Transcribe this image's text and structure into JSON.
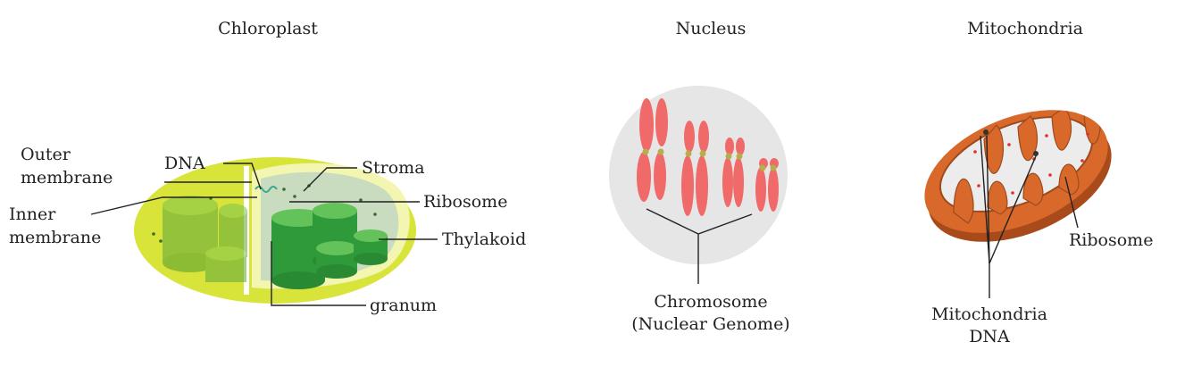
{
  "titles": {
    "chloroplast": "Chloroplast",
    "nucleus": "Nucleus",
    "mitochondria": "Mitochondria"
  },
  "chloroplast_labels": {
    "dna": "DNA",
    "outer_line1": "Outer",
    "outer_line2": "membrane",
    "inner_line1": "Inner",
    "inner_line2": "membrane",
    "stroma": "Stroma",
    "ribosome": "Ribosome",
    "thylakoid": "Thylakoid",
    "granum": "granum"
  },
  "nucleus_labels": {
    "chromosome": "Chromosome",
    "genome": "(Nuclear Genome)"
  },
  "mitochondria_labels": {
    "ribosome": "Ribosome",
    "dna_line1": "Mitochondria",
    "dna_line2": "DNA"
  },
  "colors": {
    "chloroplast_outer": "#d8e43a",
    "chloroplast_inner": "#f3f6b0",
    "chloroplast_stroma": "#c9dcc0",
    "thylakoid_light": "#64c25a",
    "thylakoid_dark": "#2f9a3a",
    "nucleus_bg": "#e6e6e6",
    "chromosome": "#f06a6a",
    "centromere": "#b3b04a",
    "mito_outer": "#d9692a",
    "mito_edge": "#a84a1a",
    "mito_matrix": "#ececec",
    "mito_ribosome": "#e03030"
  }
}
